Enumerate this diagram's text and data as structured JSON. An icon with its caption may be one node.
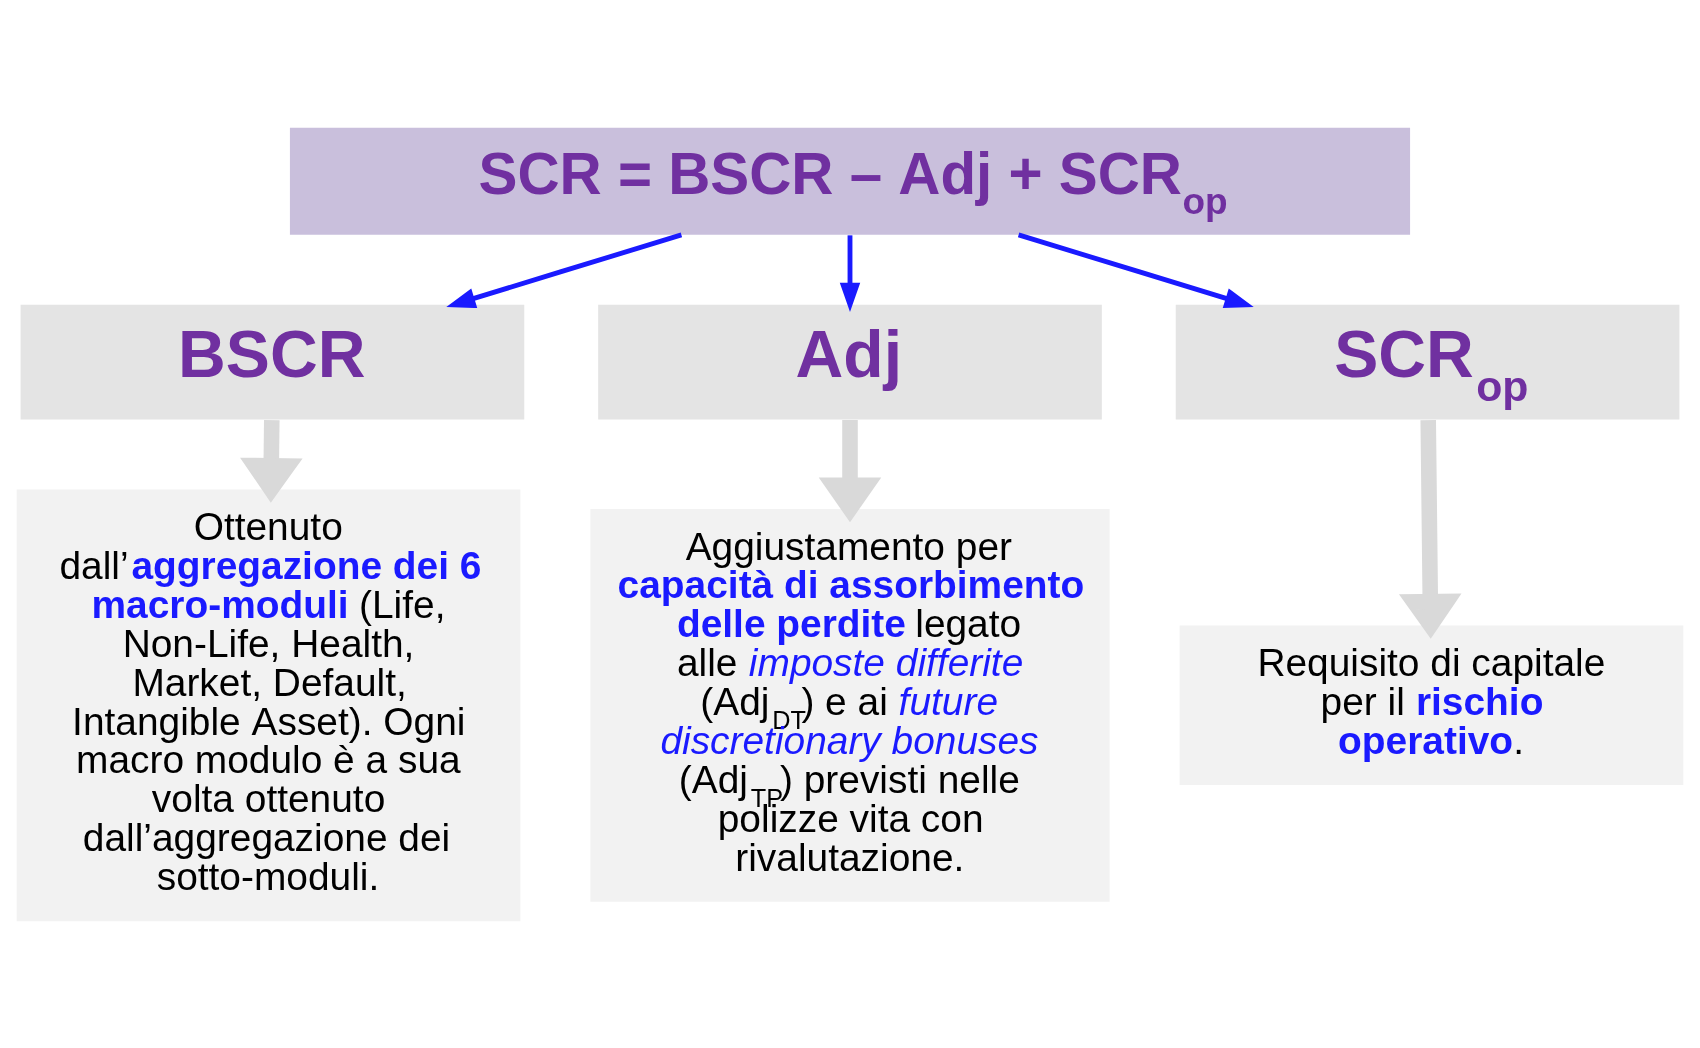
{
  "diagram": {
    "nodes": [
      {
        "text": [
          "SCR = BSCR – Adj + SCR$_{op}$"
        ]
      },
      {
        "text": [
          "BSCR"
        ]
      },
      {
        "text": [
          "Adj"
        ]
      },
      {
        "text": [
          "SCR$_{op}$"
        ]
      },
      {
        "text": [
          "Ottenuto dall’**aggregazione dei 6 macro-moduli** (Life, Non-Life, Health, Market, Default, Intangible Asset). Ogni macro modulo è a sua volta ottenuto dall’aggregazione dei sotto-moduli."
        ]
      },
      {
        "text": [
          "Aggiustamento per **capacità di assorbimento delle perdite** legato alle *imposte differite* (Adj$_{DT}$) e ai *future discretionary bonuses* (Adj$_{TP}$) previsti nelle polizze vita con rivalutazione."
        ]
      },
      {
        "text": [
          "Requisito di capitale per il **rischio operativo**."
        ]
      }
    ],
    "edges": [
      {
        "from": 0,
        "to": 1,
        "arrow": "to",
        "color": "#1a1aff"
      },
      {
        "from": 0,
        "to": 2,
        "arrow": "to",
        "color": "#1a1aff"
      },
      {
        "from": 0,
        "to": 3,
        "arrow": "to",
        "color": "#1a1aff"
      },
      {
        "from": 1,
        "to": 4,
        "arrow": "to",
        "style": "thick",
        "color": "#d9d9d9"
      },
      {
        "from": 2,
        "to": 5,
        "arrow": "to",
        "style": "thick",
        "color": "#d9d9d9"
      },
      {
        "from": 3,
        "to": 6,
        "arrow": "to",
        "style": "thick",
        "color": "#d9d9d9"
      }
    ]
  }
}
